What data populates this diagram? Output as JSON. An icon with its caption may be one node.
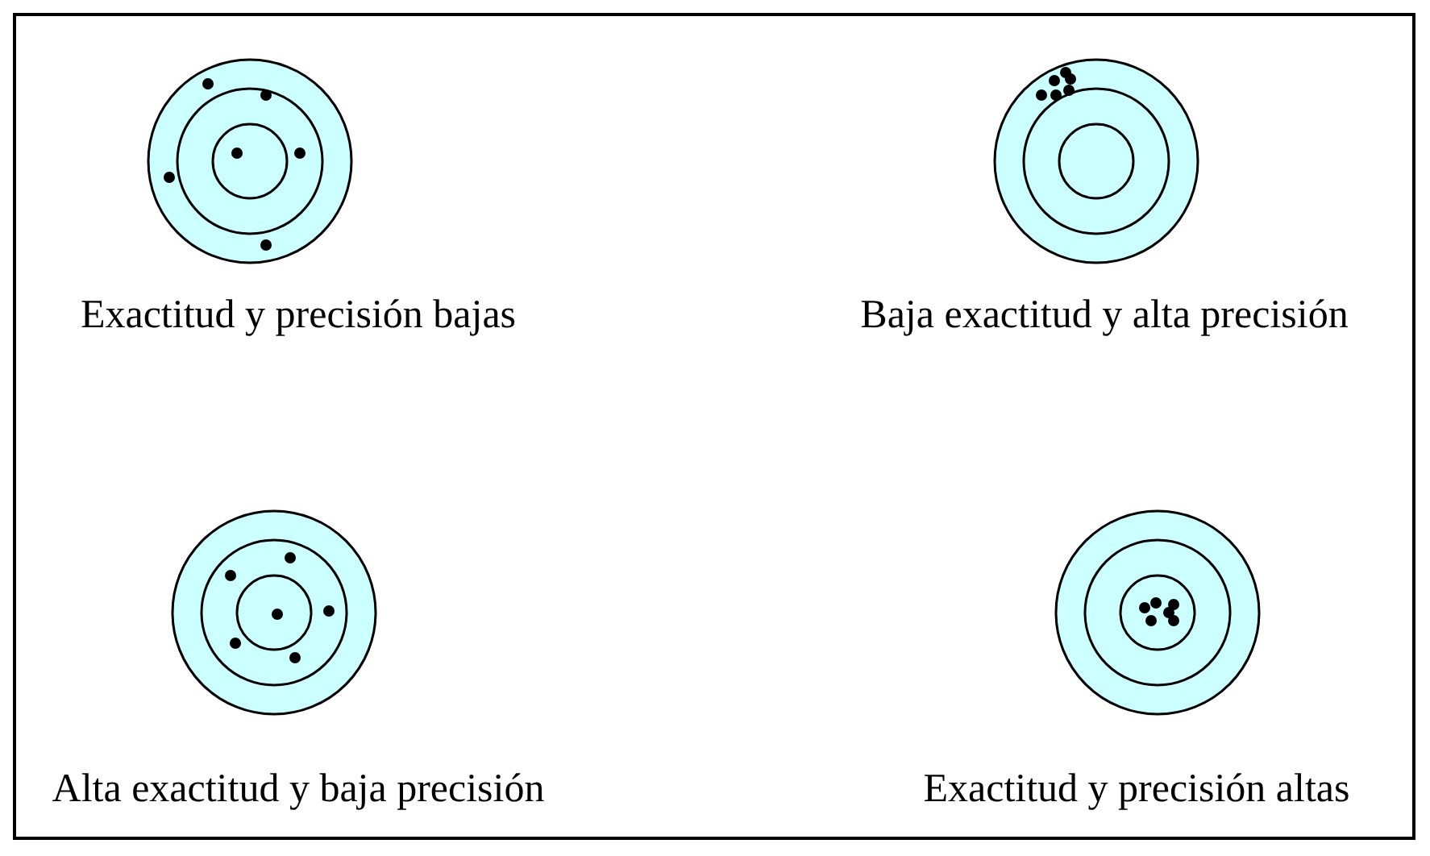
{
  "diagram": {
    "labels": [
      "Exactitud y precisión bajas",
      "Baja exactitud y alta precisión",
      "Alta exactitud y baja precisión",
      "Exactitud y precisión altas"
    ]
  }
}
